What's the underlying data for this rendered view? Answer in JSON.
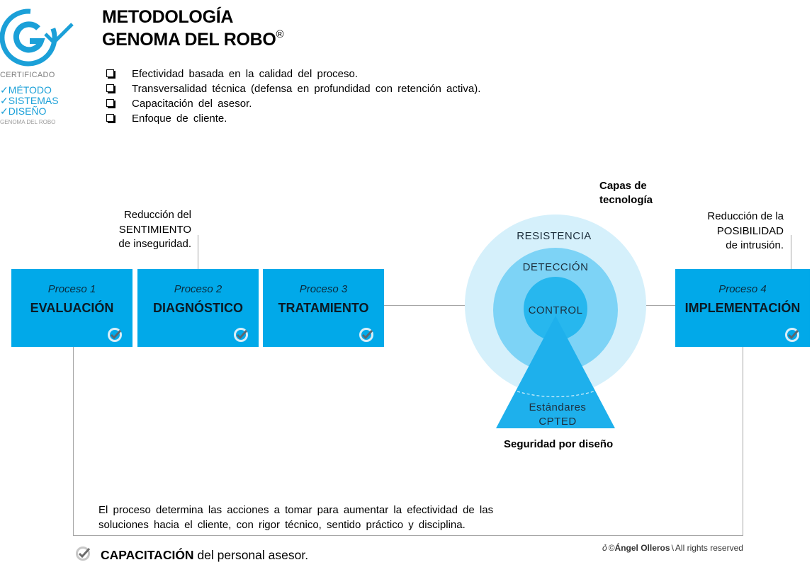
{
  "logo": {
    "certificado": "CERTIFICADO",
    "items": [
      "MÉTODO",
      "SISTEMAS",
      "DISEÑO"
    ],
    "genoma": "GENOMA DEL ROBO"
  },
  "title": {
    "line1": "METODOLOGÍA",
    "line2": "GENOMA DEL ROBO",
    "registered": "®"
  },
  "bullets": [
    "Efectividad basada en la calidad del proceso.",
    "Transversalidad técnica (defensa en profundidad con retención activa).",
    "Capacitación del asesor.",
    "Enfoque de cliente."
  ],
  "processes": [
    {
      "num": "Proceso 1",
      "name": "EVALUACIÓN"
    },
    {
      "num": "Proceso 2",
      "name": "DIAGNÓSTICO"
    },
    {
      "num": "Proceso 3",
      "name": "TRATAMIENTO"
    },
    {
      "num": "Proceso 4",
      "name": "IMPLEMENTACIÓN"
    }
  ],
  "notes": {
    "left": [
      "Reducción del",
      "SENTIMIENTO",
      "de inseguridad."
    ],
    "right": [
      "Reducción de la",
      "POSIBILIDAD",
      "de intrusión."
    ]
  },
  "layers": {
    "capas": [
      "Capas de",
      "tecnología"
    ],
    "outer": "RESISTENCIA",
    "middle": "DETECCIÓN",
    "inner": "CONTROL",
    "triangle": [
      "Estándares",
      "CPTED"
    ],
    "caption": "Seguridad por diseño"
  },
  "paragraph": [
    "El proceso determina las acciones a tomar para aumentar la efectividad de las",
    "soluciones hacia el cliente, con rigor técnico, sentido práctico y disciplina."
  ],
  "footer": {
    "bold": "CAPACITACIÓN",
    "rest": " del personal asesor.",
    "copyright_mark": "©",
    "author": "Ángel Olleros",
    "rights": "All rights reserved"
  },
  "colors": {
    "box_blue": "#01a9e9",
    "ring_outer": "#d5f0fb",
    "ring_middle": "#7dd3f6",
    "ring_inner": "#27b7ee",
    "logo_blue": "#1ba0d8",
    "connector_gray": "#a6a6a6"
  },
  "icons": [
    "check-badge-icon",
    "logo-g-check-icon",
    "checkbox-square-icon"
  ]
}
